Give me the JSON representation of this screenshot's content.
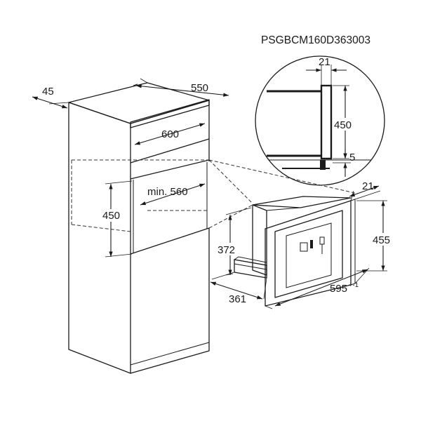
{
  "model_code": "PSGBCM160D363003",
  "dimensions": {
    "cabinet_depth_side": "45",
    "cabinet_depth": "550",
    "niche_width": "600",
    "niche_min_depth": "min. 560",
    "niche_height": "450",
    "detail_panel_thickness": "21",
    "detail_height": "450",
    "detail_gap": "5",
    "appliance_panel_depth": "21",
    "appliance_front_height": "455",
    "appliance_body_height": "372",
    "appliance_body_depth": "361",
    "appliance_width": "595",
    "appliance_width_tolerance": "+-1"
  },
  "colors": {
    "line": "#1a1a1a",
    "background": "#ffffff"
  }
}
